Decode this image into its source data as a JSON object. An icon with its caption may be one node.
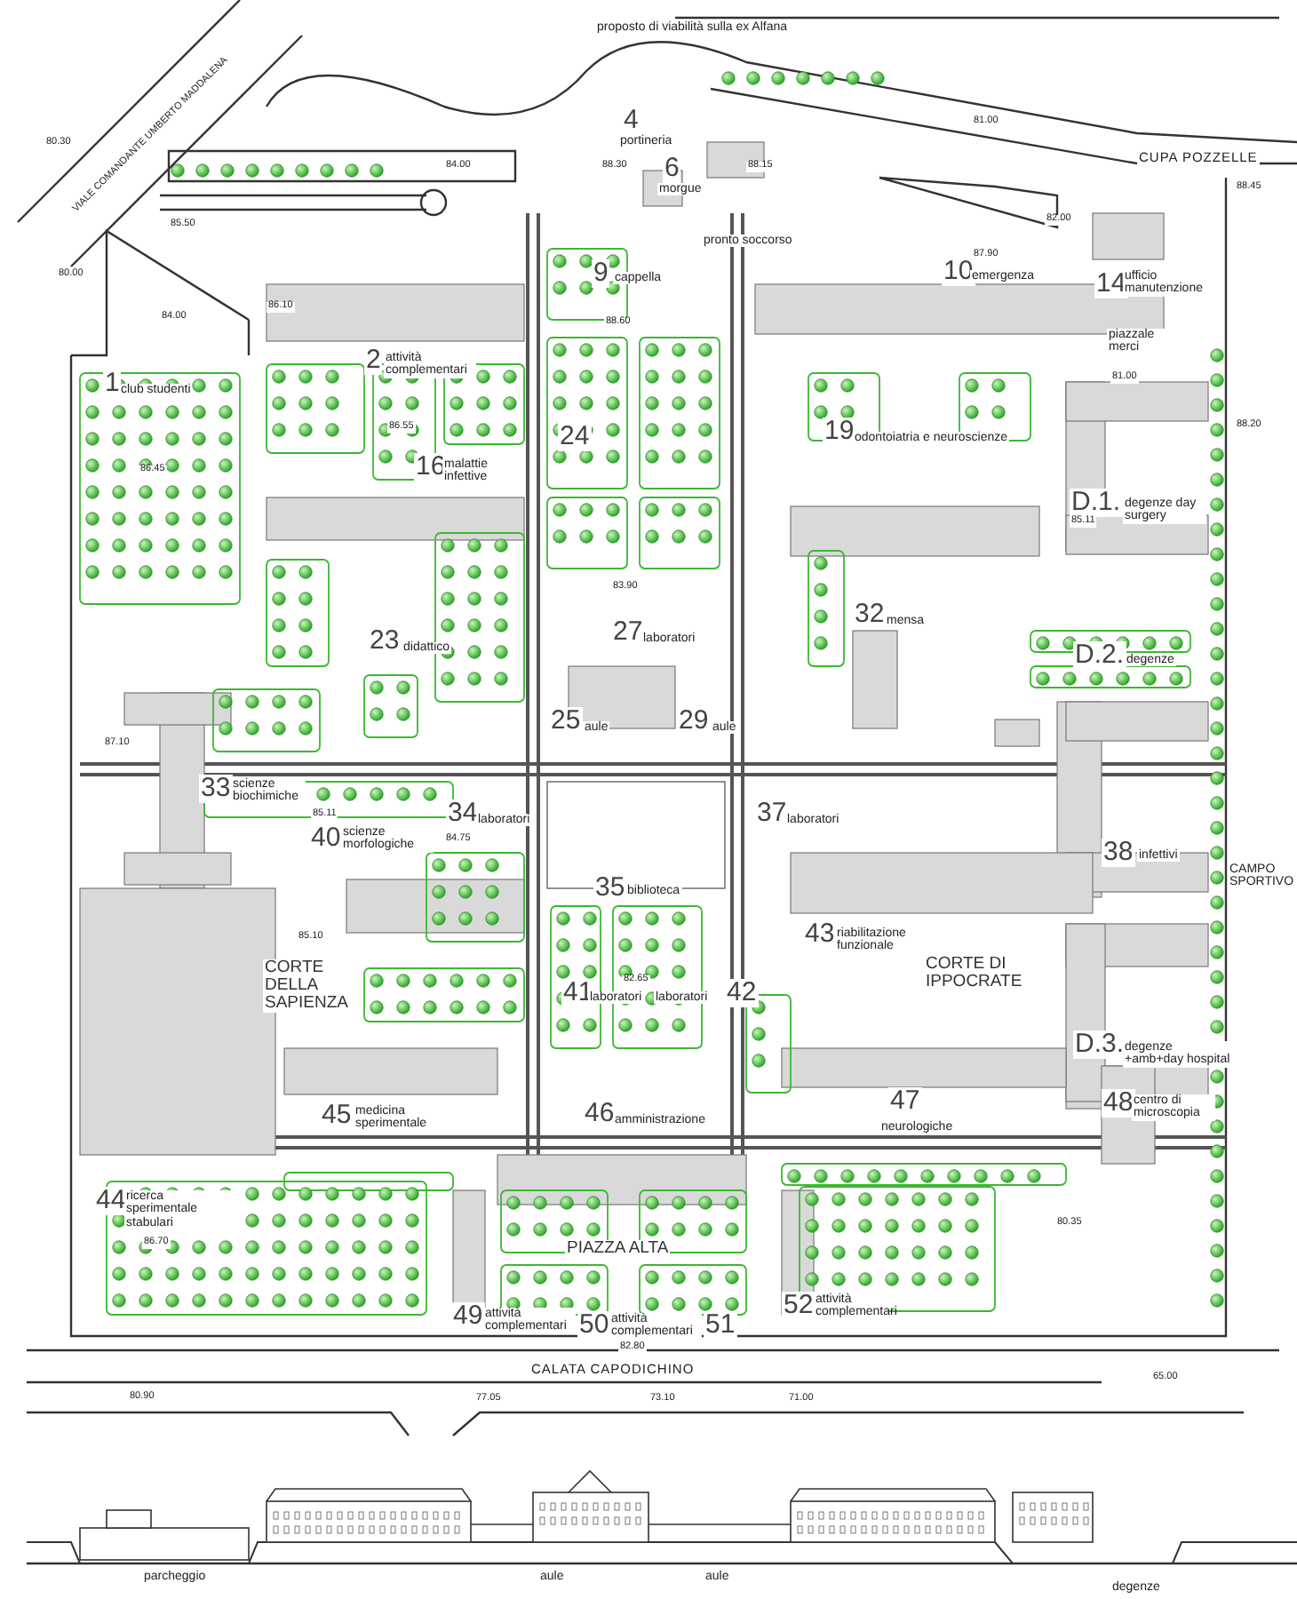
{
  "diagram": {
    "labels": [
      "proposto di viabilità sulla ex Alfana",
      "VIALE COMANDANTE UMBERTO MADDALENA",
      "80.30",
      "4",
      "portineria",
      "84.00",
      "88.30",
      "6",
      "morgue",
      "88.15",
      "81.00",
      "CUPA POZZELLE",
      "88.45",
      "85.50",
      "82.00",
      "pronto soccorso",
      "87.90",
      "9",
      "cappella",
      "10",
      "emergenza",
      "14",
      "ufficio manutenzione",
      "80.00",
      "86.10",
      "84.00",
      "88.60",
      "piazzale merci",
      "81.00",
      "2",
      "attività complementari",
      "1",
      "club studenti",
      "86.55",
      "24",
      "19",
      "odontoiatria e neuroscienze",
      "88.20",
      "16",
      "malattie infettive",
      "86.45",
      "D.1.",
      "degenze day surgery",
      "85.11",
      "83.90",
      "32",
      "mensa",
      "23",
      "didattico",
      "27",
      "laboratori",
      "D.2.",
      "degenze",
      "25",
      "aule",
      "29",
      "aule",
      "87.10",
      "33",
      "scienze biochimiche",
      "34",
      "laboratori",
      "37",
      "laboratori",
      "85.11",
      "40",
      "scienze morfologiche",
      "84.75",
      "38",
      "infettivi",
      "35",
      "biblioteca",
      "CAMPO SPORTIVO",
      "43",
      "riabilitazione funzionale",
      "85.10",
      "CORTE DELLA SAPIENZA",
      "CORTE DI IPPOCRATE",
      "82.65",
      "41",
      "laboratori",
      "laboratori",
      "42",
      "D.3.",
      "degenze +amb+day hospital",
      "45",
      "medicina sperimentale",
      "46",
      "amministrazione",
      "47",
      "neurologiche",
      "48",
      "centro di microscopia",
      "44",
      "ricerca sperimentale stabulari",
      "86.70",
      "80.35",
      "PIAZZA ALTA",
      "49",
      "attività complementari",
      "50",
      "attività complementari",
      "51",
      "52",
      "attività complementari",
      "82.80",
      "CALATA CAPODICHINO",
      "65.00",
      "80.90",
      "77.05",
      "73.10",
      "71.00",
      "parcheggio",
      "aule",
      "aule",
      "degenze"
    ]
  }
}
